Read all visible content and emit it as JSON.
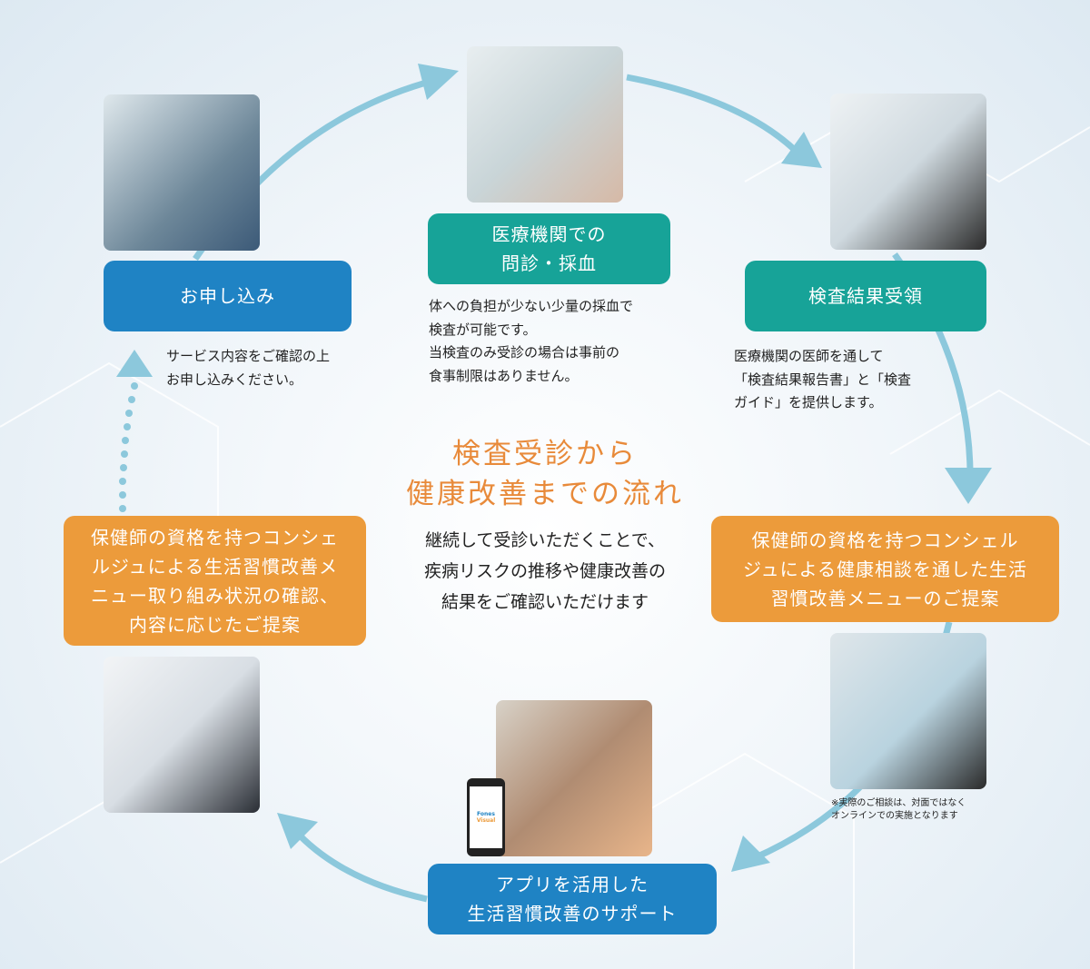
{
  "title": {
    "line1": "検査受診から",
    "line2": "健康改善までの流れ"
  },
  "center_text": [
    "継続して受診いただくことで、",
    "疾病リスクの推移や健康改善の",
    "結果をご確認いただけます"
  ],
  "steps": [
    {
      "label": [
        "お申し込み"
      ],
      "desc": "サービス内容をご確認の上\nお申し込みください。"
    },
    {
      "label": [
        "医療機関での",
        "問診・採血"
      ],
      "desc": "体への負担が少ない少量の採血で\n検査が可能です。\n当検査のみ受診の場合は事前の\n食事制限はありません。"
    },
    {
      "label": [
        "検査結果受領"
      ],
      "desc": "医療機関の医師を通して\n「検査結果報告書」と「検査\nガイド」を提供します。"
    },
    {
      "label": [
        "保健師の資格を持つコンシェル",
        "ジュによる健康相談を通した生活",
        "習慣改善メニューのご提案"
      ],
      "note": "※実際のご相談は、対面ではなく\nオンラインでの実施となります"
    },
    {
      "label": [
        "アプリを活用した",
        "生活習慣改善のサポート"
      ],
      "app_logo": [
        "Fones",
        "Visual"
      ]
    },
    {
      "label": [
        "保健師の資格を持つコンシェ",
        "ルジュによる生活習慣改善メ",
        "ニュー取り組み状況の確認、",
        "内容に応じたご提案"
      ]
    }
  ],
  "colors": {
    "blue": "#1f83c4",
    "teal": "#17a398",
    "orange": "#ec9b3b",
    "arrow": "#8cc8dc",
    "title": "#e88a3a"
  }
}
